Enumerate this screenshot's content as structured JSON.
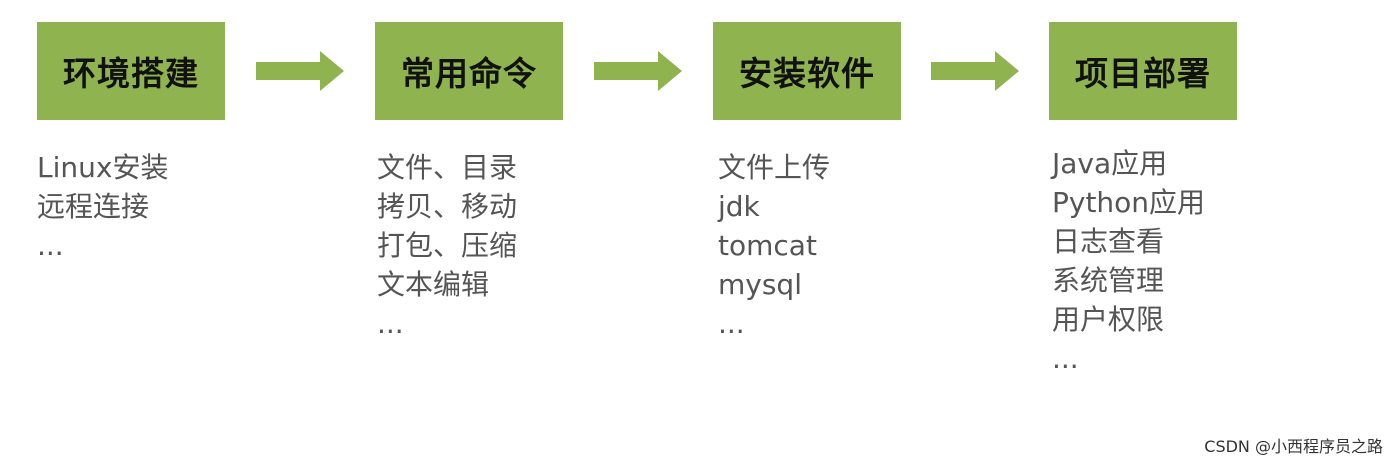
{
  "colors": {
    "box_fill": "#8fb34f",
    "arrow_fill": "#8fb34f",
    "list_text": "#555555",
    "box_text": "#111111"
  },
  "steps": [
    {
      "title": "环境搭建",
      "items": [
        "Linux安装",
        "远程连接",
        "..."
      ]
    },
    {
      "title": "常用命令",
      "items": [
        "文件、目录",
        "拷贝、移动",
        "打包、压缩",
        "文本编辑",
        "..."
      ]
    },
    {
      "title": "安装软件",
      "items": [
        "文件上传",
        "jdk",
        "tomcat",
        "mysql",
        "..."
      ]
    },
    {
      "title": "项目部署",
      "items": [
        "Java应用",
        "Python应用",
        "日志查看",
        "系统管理",
        "用户权限",
        "..."
      ]
    }
  ],
  "watermark": "CSDN @小西程序员之路"
}
